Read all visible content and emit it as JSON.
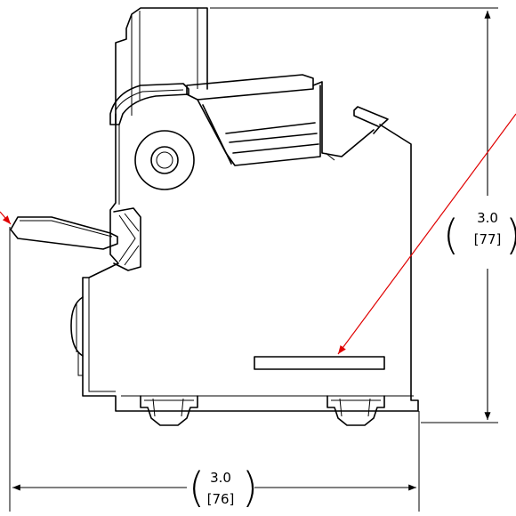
{
  "dimensions": {
    "height": {
      "inches": "3.0",
      "mm": "[77]"
    },
    "width": {
      "inches": "3.0",
      "mm": "[76]"
    }
  },
  "colors": {
    "outline": "#000000",
    "leader": "#e00000",
    "background": "#ffffff"
  }
}
